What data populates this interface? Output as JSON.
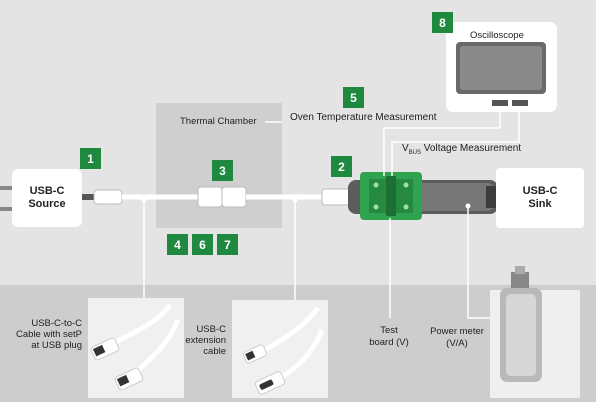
{
  "source": {
    "line1": "USB-C",
    "line2": "Source"
  },
  "sink": {
    "line1": "USB-C",
    "line2": "Sink"
  },
  "thermal_chamber": "Thermal Chamber",
  "oven_measurement": "Oven Temperature Measurement",
  "vbus_prefix": "V",
  "vbus_sub": "BUS",
  "vbus_suffix": " Voltage Measurement",
  "oscilloscope": "Oscilloscope",
  "badges": {
    "b1": "1",
    "b2": "2",
    "b3": "3",
    "b4": "4",
    "b5": "5",
    "b6": "6",
    "b7": "7",
    "b8": "8"
  },
  "cable_label": {
    "l1": "USB-C-to-C",
    "l2": "Cable with setP",
    "l3": "at USB plug"
  },
  "ext_label": {
    "l1": "USB-C",
    "l2": "extension",
    "l3": "cable"
  },
  "test_board": {
    "l1": "Test",
    "l2": "board (V)"
  },
  "power_meter": {
    "l1": "Power meter",
    "l2": "(V/A)"
  },
  "colors": {
    "accent": "#1f8a3f",
    "background": "#e2e2e2",
    "chamber": "#cfcfcf"
  }
}
